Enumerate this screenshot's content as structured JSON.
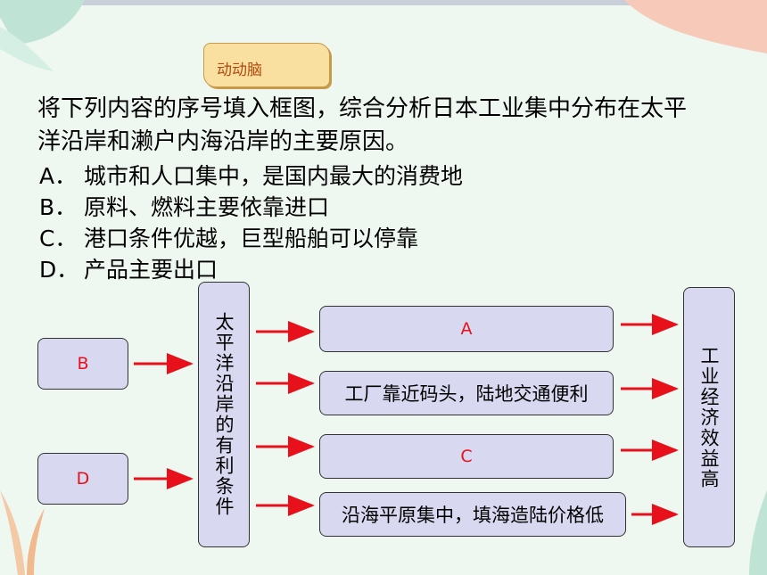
{
  "header": {
    "tag_label": "动动脑"
  },
  "question": {
    "text": "将下列内容的序号填入框图，综合分析日本工业集中分布在太平洋沿岸和濑户内海沿岸的主要原因。",
    "options": [
      {
        "key": "A．",
        "text": "城市和人口集中，是国内最大的消费地"
      },
      {
        "key": "B．",
        "text": "原料、燃料主要依靠进口"
      },
      {
        "key": "C．",
        "text": "港口条件优越，巨型船舶可以停靠"
      },
      {
        "key": "D．",
        "text": "产品主要出口"
      }
    ]
  },
  "diagram": {
    "left_boxes": [
      "B",
      "D"
    ],
    "center_label": "太平洋沿岸的有利条件",
    "middle_boxes": [
      "A",
      "工厂靠近码头，陆地交通便利",
      "C",
      "沿海平原集中，填海造陆价格低"
    ],
    "result_label": "工业经济效益高"
  },
  "colors": {
    "background": "#eef8f1",
    "box_fill": "#d9d8f1",
    "arrow": "#e8111b",
    "tag_text": "#b04a0c"
  }
}
